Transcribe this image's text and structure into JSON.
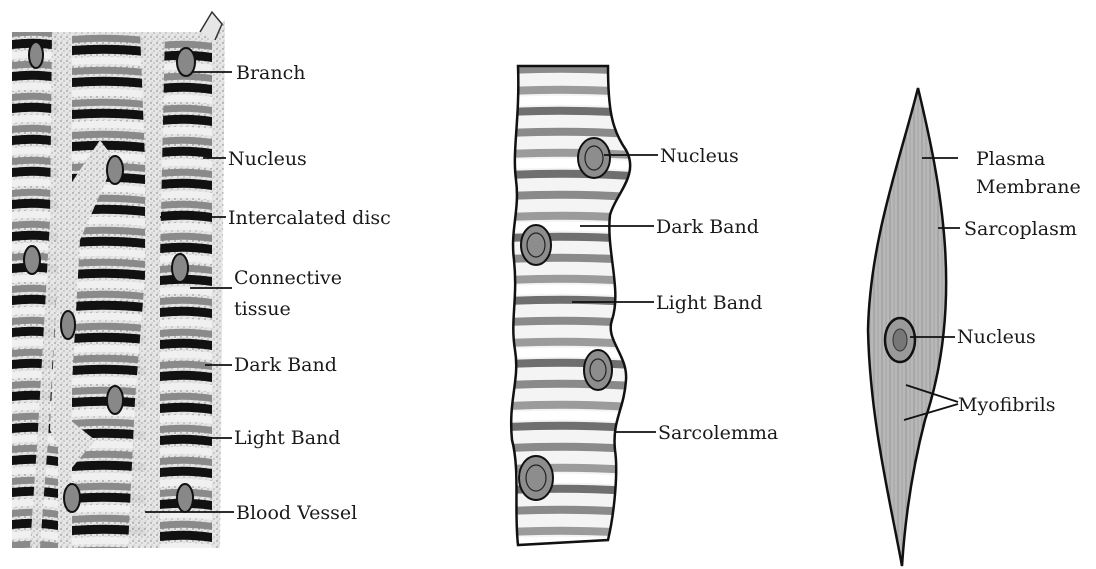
{
  "cardiac": {
    "labels": {
      "branch": "Branch",
      "nucleus": "Nucleus",
      "intercalated_disc": "Intercalated disc",
      "connective_tissue_line1": "Connective",
      "connective_tissue_line2": "tissue",
      "dark_band": "Dark Band",
      "light_band": "Light Band",
      "blood_vessel": "Blood Vessel"
    }
  },
  "skeletal": {
    "labels": {
      "nucleus": "Nucleus",
      "dark_band": "Dark Band",
      "light_band": "Light Band",
      "sarcolemma": "Sarcolemma"
    }
  },
  "smooth": {
    "labels": {
      "plasma_membrane_line1": "Plasma",
      "plasma_membrane_line2": "Membrane",
      "sarcoplasm": "Sarcoplasm",
      "nucleus": "Nucleus",
      "myofibrils": "Myofibrils"
    }
  },
  "colors": {
    "ink": "#1a1a1a",
    "dark_band": "#111111",
    "gray_band": "#8a8a8a",
    "light_band": "#f2f2f2",
    "fill_speckle": "#dcdcdc",
    "smooth_fill": "#b5b5b5"
  }
}
